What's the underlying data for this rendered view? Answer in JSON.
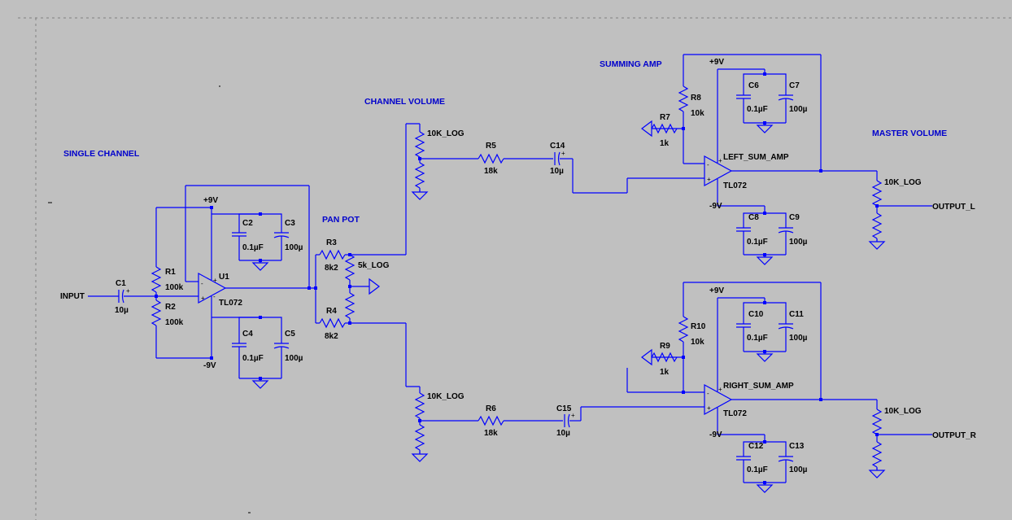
{
  "sections": {
    "single_channel": "SINGLE CHANNEL",
    "pan_pot": "PAN POT",
    "channel_volume": "CHANNEL VOLUME",
    "summing_amp": "SUMMING AMP",
    "master_volume": "MASTER VOLUME"
  },
  "nets": {
    "input": "INPUT",
    "output_l": "OUTPUT_L",
    "output_r": "OUTPUT_R",
    "pos_supply": "+9V",
    "neg_supply": "-9V"
  },
  "components": {
    "C1": {
      "ref": "C1",
      "value": "10µ"
    },
    "R1": {
      "ref": "R1",
      "value": "100k"
    },
    "R2": {
      "ref": "R2",
      "value": "100k"
    },
    "U1": {
      "ref": "U1",
      "value": "TL072"
    },
    "C2": {
      "ref": "C2",
      "value": "0.1µF"
    },
    "C3": {
      "ref": "C3",
      "value": "100µ"
    },
    "C4": {
      "ref": "C4",
      "value": "0.1µF"
    },
    "C5": {
      "ref": "C5",
      "value": "100µ"
    },
    "R3": {
      "ref": "R3",
      "value": "8k2"
    },
    "R4": {
      "ref": "R4",
      "value": "8k2"
    },
    "PAN": {
      "value": "5k_LOG"
    },
    "VOL_L": {
      "value": "10K_LOG"
    },
    "VOL_R": {
      "value": "10K_LOG"
    },
    "R5": {
      "ref": "R5",
      "value": "18k"
    },
    "R6": {
      "ref": "R6",
      "value": "18k"
    },
    "C14": {
      "ref": "C14",
      "value": "10µ"
    },
    "C15": {
      "ref": "C15",
      "value": "10µ"
    },
    "R7": {
      "ref": "R7",
      "value": "1k"
    },
    "R8": {
      "ref": "R8",
      "value": "10k"
    },
    "R9": {
      "ref": "R9",
      "value": "1k"
    },
    "R10": {
      "ref": "R10",
      "value": "10k"
    },
    "LSUM": {
      "ref": "LEFT_SUM_AMP",
      "value": "TL072"
    },
    "RSUM": {
      "ref": "RIGHT_SUM_AMP",
      "value": "TL072"
    },
    "C6": {
      "ref": "C6",
      "value": "0.1µF"
    },
    "C7": {
      "ref": "C7",
      "value": "100µ"
    },
    "C8": {
      "ref": "C8",
      "value": "0.1µF"
    },
    "C9": {
      "ref": "C9",
      "value": "100µ"
    },
    "C10": {
      "ref": "C10",
      "value": "0.1µF"
    },
    "C11": {
      "ref": "C11",
      "value": "100µ"
    },
    "C12": {
      "ref": "C12",
      "value": "0.1µF"
    },
    "C13": {
      "ref": "C13",
      "value": "100µ"
    },
    "MVOL_L": {
      "value": "10K_LOG"
    },
    "MVOL_R": {
      "value": "10K_LOG"
    }
  }
}
